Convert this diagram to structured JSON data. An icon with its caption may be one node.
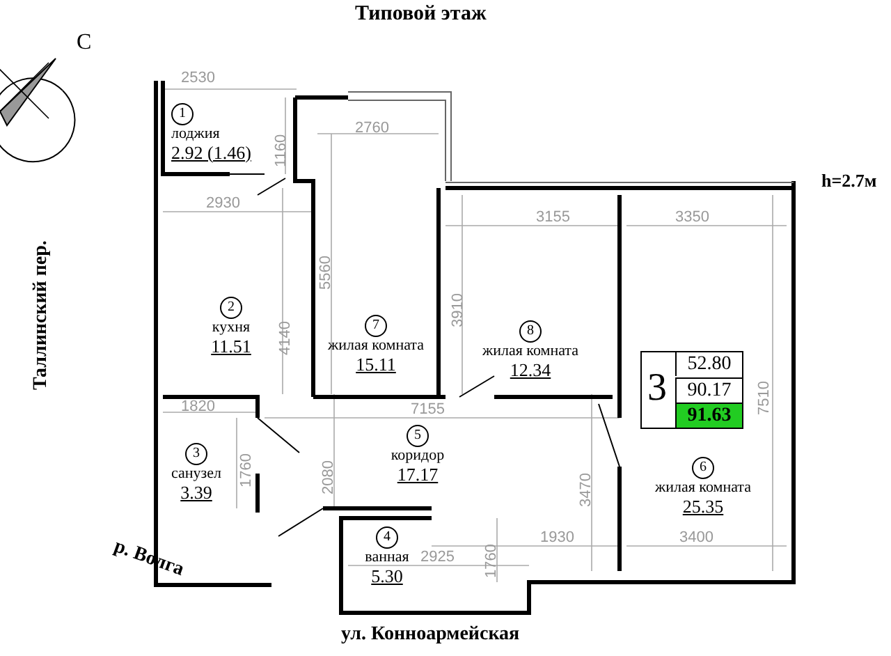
{
  "diagram": {
    "title": "Типовой этаж",
    "nodes": [
      {
        "text": [
          "1",
          "лоджия",
          "2.92 (1.46)"
        ]
      },
      {
        "text": [
          "2",
          "кухня",
          "11.51"
        ]
      },
      {
        "text": [
          "3",
          "санузел",
          "3.39"
        ]
      },
      {
        "text": [
          "4",
          "ванная",
          "5.30"
        ]
      },
      {
        "text": [
          "5",
          "коридор",
          "17.17"
        ]
      },
      {
        "text": [
          "6",
          "жилая комната",
          "25.35"
        ]
      },
      {
        "text": [
          "7",
          "жилая комната",
          "15.11"
        ]
      },
      {
        "text": [
          "8",
          "жилая комната",
          "12.34"
        ]
      },
      {
        "text": [
          "3",
          "52.80",
          "90.17",
          "91.63"
        ]
      }
    ],
    "edges": [],
    "labels": [
      "С",
      "2530",
      "1160",
      "2760",
      "h=2.7м",
      "3155",
      "3350",
      "2930",
      "5560",
      "3910",
      "4140",
      "Таллинский пер.",
      "7510",
      "1820",
      "7155",
      "1760",
      "2080",
      "3470",
      "1760",
      "1930",
      "3400",
      "2925",
      "р. Волга",
      "ул. Конноармейская"
    ]
  }
}
